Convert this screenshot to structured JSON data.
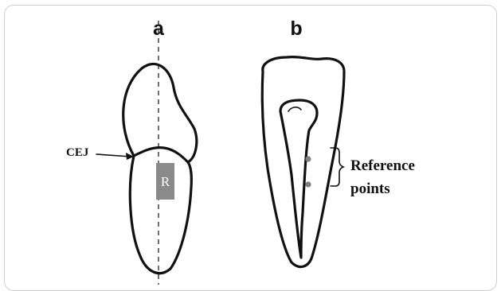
{
  "panels": {
    "a": {
      "label": "a"
    },
    "b": {
      "label": "b"
    }
  },
  "labels": {
    "cej": "CEJ",
    "region": "R",
    "reference_line1": "Reference",
    "reference_line2": "points"
  },
  "colors": {
    "outline": "#111111",
    "region_fill": "#8a8a8a",
    "reference_dot": "#808080",
    "frame_border": "#cfcfcf"
  }
}
